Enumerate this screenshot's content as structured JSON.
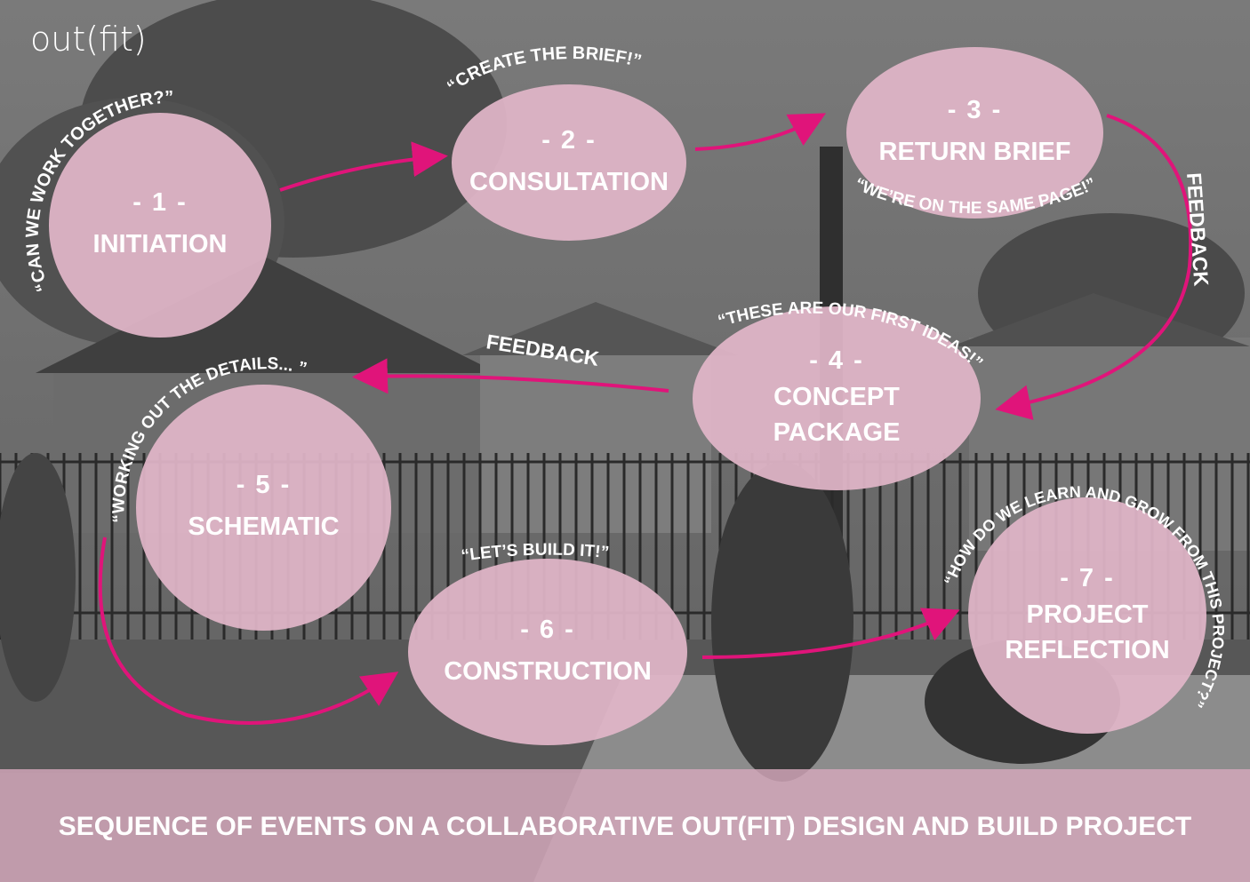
{
  "logo": "out(fit)",
  "stages": [
    {
      "number": "- 1 -",
      "name": "INITIATION",
      "quote": "“CAN WE WORK TOGETHER?”"
    },
    {
      "number": "- 2 -",
      "name": "CONSULTATION",
      "quote": "“CREATE THE BRIEF!”"
    },
    {
      "number": "- 3 -",
      "name": "RETURN BRIEF",
      "quote": "“WE’RE ON THE SAME PAGE!”"
    },
    {
      "number": "- 4 -",
      "name": "CONCEPT",
      "name_line2": "PACKAGE",
      "quote": "“THESE ARE OUR FIRST IDEAS!”"
    },
    {
      "number": "- 5 -",
      "name": "SCHEMATIC",
      "quote": "“WORKING OUT THE DETAILS... ”"
    },
    {
      "number": "- 6 -",
      "name": "CONSTRUCTION",
      "quote": "“LET’S BUILD IT!”"
    },
    {
      "number": "- 7 -",
      "name": "PROJECT",
      "name_line2": "REFLECTION",
      "quote": "“HOW DO WE LEARN AND GROW FROM THIS PROJECT?”"
    }
  ],
  "feedback_labels": [
    "FEEDBACK",
    "FEEDBACK"
  ],
  "caption": "SEQUENCE OF EVENTS ON A COLLABORATIVE OUT(FIT) DESIGN AND BUILD PROJECT",
  "colors": {
    "arrow": "#e0147a",
    "circle": "#e1b6c8",
    "text": "#ffffff"
  }
}
